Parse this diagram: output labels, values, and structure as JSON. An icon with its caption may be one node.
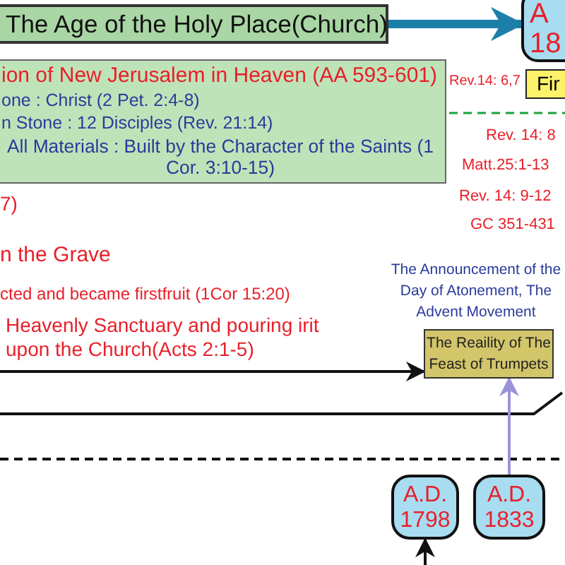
{
  "diagram": {
    "nodes": [
      {
        "text": [
          "The Age of the Holy Place(Church)"
        ]
      },
      {
        "text": [
          "A 18"
        ]
      },
      {
        "text": [
          "ion of New Jerusalem in Heaven (AA 593-601)",
          "one : Christ (2 Pet. 2:4-8)",
          "n Stone : 12 Disciples (Rev. 21:14)",
          "All Materials : Built by the Character of the Saints (1 Cor. 3:10-15)"
        ]
      },
      {
        "text": [
          "Fir"
        ],
        "beside": [
          "Rev.14: 6,7"
        ]
      },
      {
        "text": [
          "The Reaility of The Feast of Trumpets"
        ],
        "beside": [
          "The Announcement of the Day of Atonement, The Advent Movement"
        ]
      },
      {
        "text": [
          "A.D. 1798"
        ]
      },
      {
        "text": [
          "A.D. 1833"
        ]
      }
    ],
    "edges": [
      {
        "from": 0,
        "to": 1,
        "arrow": "to",
        "style": "thick",
        "color": "#1c7fa8"
      },
      {
        "from": null,
        "to": 4,
        "arrow": "to"
      },
      {
        "from": 6,
        "to": 4,
        "arrow": "to",
        "color": "#9b93d8"
      },
      {
        "from": null,
        "to": 5,
        "arrow": "to"
      }
    ],
    "labels": [
      "Rev. 14: 8",
      "Matt.25:1-13",
      "Rev. 14: 9-12",
      "GC 351-431",
      "7)",
      "n the Grave",
      "cted and became firstfruit (1Cor 15:20)",
      "Heavenly Sanctuary and pouring irit upon the Church(Acts 2:1-5)"
    ]
  }
}
